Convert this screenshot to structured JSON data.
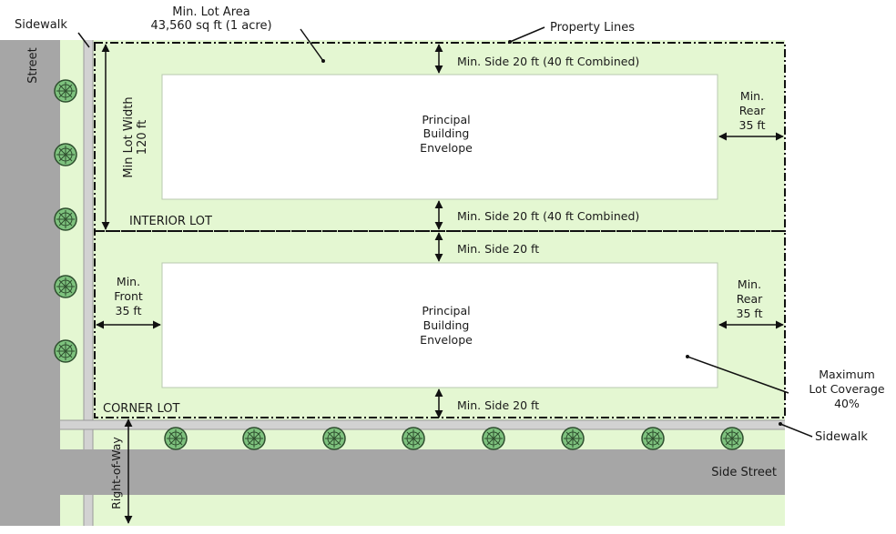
{
  "labels": {
    "sidewalk_top": "Sidewalk",
    "lot_area_line1": "Min. Lot Area",
    "lot_area_line2": "43,560 sq ft (1 acre)",
    "property_lines": "Property Lines",
    "street": "Street",
    "lot_width_line1": "Min Lot Width",
    "lot_width_line2": "120 ft",
    "interior_side_top": "Min. Side 20 ft (40 ft Combined)",
    "interior_side_bottom": "Min. Side 20 ft (40 ft Combined)",
    "interior_envelope": [
      "Principal",
      "Building",
      "Envelope"
    ],
    "interior_rear": [
      "Min.",
      "Rear",
      "35 ft"
    ],
    "interior_lot": "INTERIOR LOT",
    "corner_side_top": "Min. Side 20 ft",
    "corner_side_bottom": "Min. Side 20 ft",
    "corner_front": [
      "Min.",
      "Front",
      "35 ft"
    ],
    "corner_envelope": [
      "Principal",
      "Building",
      "Envelope"
    ],
    "corner_rear": [
      "Min.",
      "Rear",
      "35 ft"
    ],
    "max_coverage": [
      "Maximum",
      "Lot Coverage",
      "40%"
    ],
    "corner_lot": "CORNER LOT",
    "sidewalk_right": "Sidewalk",
    "side_street": "Side Street",
    "right_of_way": "Right-of-Way"
  },
  "colors": {
    "grass": "#e4f7d2",
    "road": "#a6a6a6",
    "sidewalk": "#d2d2d2",
    "envelope": "#ffffff",
    "tree": "#7ec27e"
  }
}
